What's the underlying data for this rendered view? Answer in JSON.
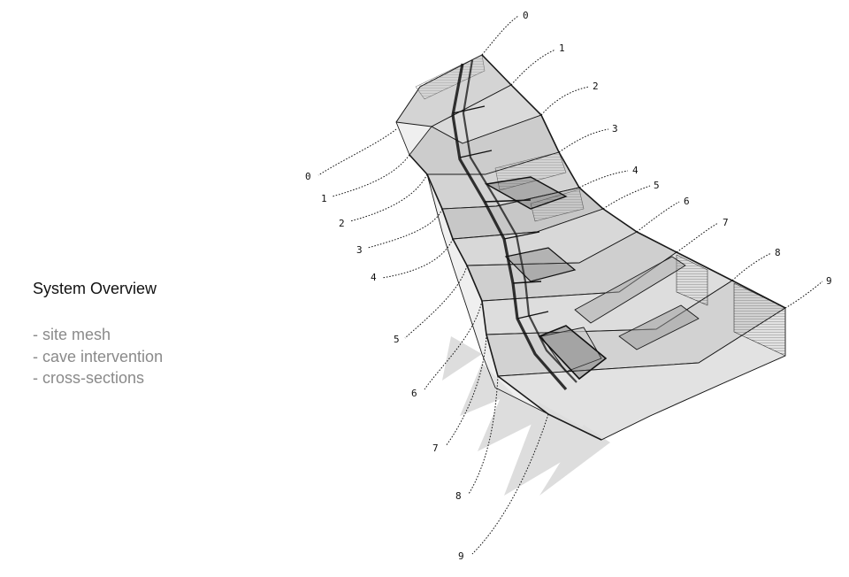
{
  "overview": {
    "title": "System Overview",
    "items": [
      "site mesh",
      "cave intervention",
      "cross-sections"
    ]
  },
  "section_labels": [
    "0",
    "1",
    "2",
    "3",
    "4",
    "5",
    "6",
    "7",
    "8",
    "9"
  ]
}
